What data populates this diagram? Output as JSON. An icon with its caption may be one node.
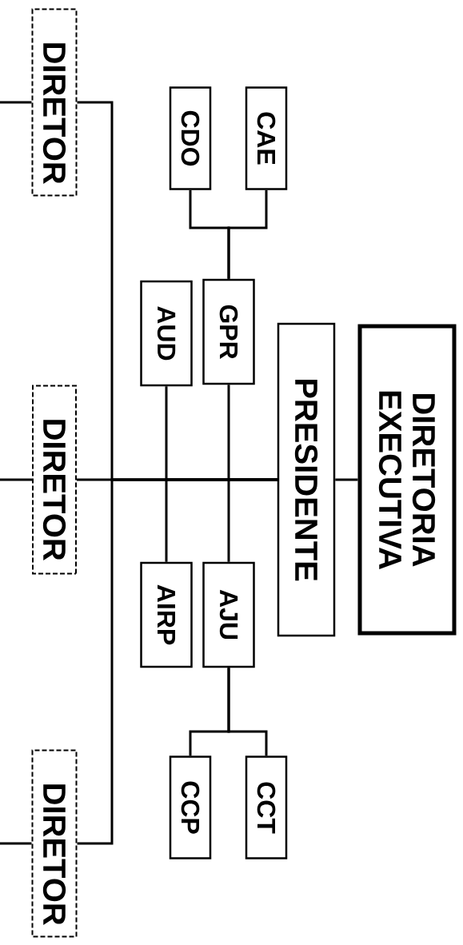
{
  "diagram": {
    "nodes": [
      {
        "text": [
          "DIRETORIA EXECUTIVA"
        ]
      },
      {
        "text": [
          "PRESIDENTE"
        ]
      },
      {
        "text": [
          "GPR"
        ]
      },
      {
        "text": [
          "AJU"
        ]
      },
      {
        "text": [
          "AUD"
        ]
      },
      {
        "text": [
          "AIRP"
        ]
      },
      {
        "text": [
          "CAE"
        ]
      },
      {
        "text": [
          "CDO"
        ]
      },
      {
        "text": [
          "CCT"
        ]
      },
      {
        "text": [
          "CCP"
        ]
      },
      {
        "text": [
          "DIRETOR"
        ]
      },
      {
        "text": [
          "DIRETOR"
        ]
      },
      {
        "text": [
          "DIRETOR"
        ]
      }
    ],
    "edges": [
      {
        "from": 0,
        "to": 1,
        "arrow": "none"
      },
      {
        "from": 1,
        "to": 11,
        "arrow": "none"
      },
      {
        "from": 1,
        "to": 10,
        "arrow": "none"
      },
      {
        "from": 1,
        "to": 12,
        "arrow": "none"
      },
      {
        "from": 1,
        "to": 2,
        "arrow": "none"
      },
      {
        "from": 1,
        "to": 3,
        "arrow": "none"
      },
      {
        "from": 1,
        "to": 4,
        "arrow": "none"
      },
      {
        "from": 1,
        "to": 5,
        "arrow": "none"
      },
      {
        "from": 2,
        "to": 6,
        "arrow": "none"
      },
      {
        "from": 2,
        "to": 7,
        "arrow": "none"
      },
      {
        "from": 3,
        "to": 8,
        "arrow": "none"
      },
      {
        "from": 3,
        "to": 9,
        "arrow": "none"
      },
      {
        "from": 10,
        "to": null,
        "arrow": "none"
      },
      {
        "from": 11,
        "to": null,
        "arrow": "none"
      },
      {
        "from": 12,
        "to": null,
        "arrow": "none"
      }
    ]
  }
}
